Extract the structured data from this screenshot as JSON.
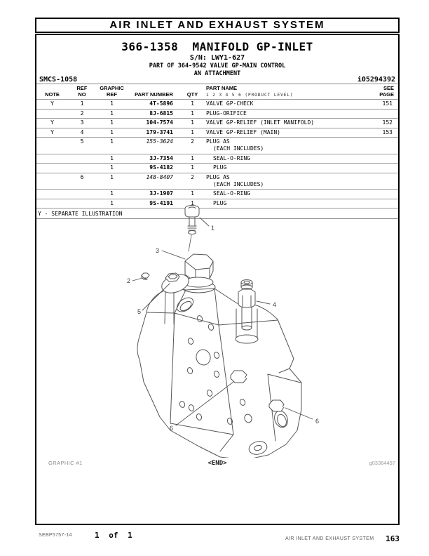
{
  "page": {
    "banner": "AIR INLET AND EXHAUST SYSTEM",
    "title": "366-1358  MANIFOLD GP-INLET",
    "serial": "S/N: LWY1-627",
    "part_of": "PART OF 364-9542 VALVE GP-MAIN CONTROL",
    "attachment": "AN ATTACHMENT",
    "smcs_code": "SMCS-1058",
    "doc_id": "i05294392"
  },
  "table": {
    "headers": {
      "note": "NOTE",
      "ref_line1": "REF",
      "ref_line2": "NO",
      "graphic_line1": "GRAPHIC",
      "graphic_line2": "REF",
      "part_number": "PART NUMBER",
      "qty": "QTY",
      "part_name": "PART NAME",
      "part_name_sub": "1  2  3  4  5  6  (PRODUCT LEVEL)",
      "see_line1": "SEE",
      "see_line2": "PAGE"
    },
    "rows": [
      {
        "note": "Y",
        "ref_no": "1",
        "graphic_ref": "1",
        "part_number": "4T-5896",
        "pn_style": "bold",
        "qty": "1",
        "part_name": "VALVE GP-CHECK",
        "see_page": "151"
      },
      {
        "note": "",
        "ref_no": "2",
        "graphic_ref": "1",
        "part_number": "8J-6815",
        "pn_style": "bold",
        "qty": "1",
        "part_name": "PLUG-ORIFICE",
        "see_page": ""
      },
      {
        "note": "Y",
        "ref_no": "3",
        "graphic_ref": "1",
        "part_number": "104-7574",
        "pn_style": "bold",
        "qty": "1",
        "part_name": "VALVE GP-RELIEF (INLET MANIFOLD)",
        "see_page": "152"
      },
      {
        "note": "Y",
        "ref_no": "4",
        "graphic_ref": "1",
        "part_number": "179-3741",
        "pn_style": "bold",
        "qty": "1",
        "part_name": "VALVE GP-RELIEF (MAIN)",
        "see_page": "153"
      },
      {
        "note": "",
        "ref_no": "5",
        "graphic_ref": "1",
        "part_number": "155-3624",
        "pn_style": "italic",
        "qty": "2",
        "part_name": "PLUG AS",
        "part_name_sub": "(EACH INCLUDES)",
        "see_page": ""
      },
      {
        "note": "",
        "ref_no": "",
        "graphic_ref": "1",
        "part_number": "3J-7354",
        "pn_style": "bold",
        "qty": "1",
        "part_name": "SEAL-O-RING",
        "indent": true,
        "see_page": ""
      },
      {
        "note": "",
        "ref_no": "",
        "graphic_ref": "1",
        "part_number": "9S-4182",
        "pn_style": "bold",
        "qty": "1",
        "part_name": "PLUG",
        "indent": true,
        "see_page": ""
      },
      {
        "note": "",
        "ref_no": "6",
        "graphic_ref": "1",
        "part_number": "148-8407",
        "pn_style": "italic",
        "qty": "2",
        "part_name": "PLUG AS",
        "part_name_sub": "(EACH INCLUDES)",
        "see_page": ""
      },
      {
        "note": "",
        "ref_no": "",
        "graphic_ref": "1",
        "part_number": "3J-1907",
        "pn_style": "bold",
        "qty": "1",
        "part_name": "SEAL-O-RING",
        "indent": true,
        "see_page": ""
      },
      {
        "note": "",
        "ref_no": "",
        "graphic_ref": "1",
        "part_number": "9S-4191",
        "pn_style": "bold",
        "qty": "1",
        "part_name": "PLUG",
        "indent": true,
        "see_page": ""
      }
    ],
    "footnote": "Y - SEPARATE ILLUSTRATION"
  },
  "graphic": {
    "label": "GRAPHIC #1",
    "end_marker": "<END>",
    "graphic_id": "g03364497",
    "callouts": [
      "1",
      "2",
      "3",
      "4",
      "5",
      "6",
      "6"
    ]
  },
  "footer": {
    "doc_code": "SEBP5757-14",
    "page_count": "1 of 1",
    "section": "AIR INLET AND EXHAUST SYSTEM",
    "page_number": "163"
  },
  "colors": {
    "line_art": "#555555",
    "table_line": "#8c8c8c",
    "muted_text": "#8a8a8a",
    "text": "#000000"
  }
}
